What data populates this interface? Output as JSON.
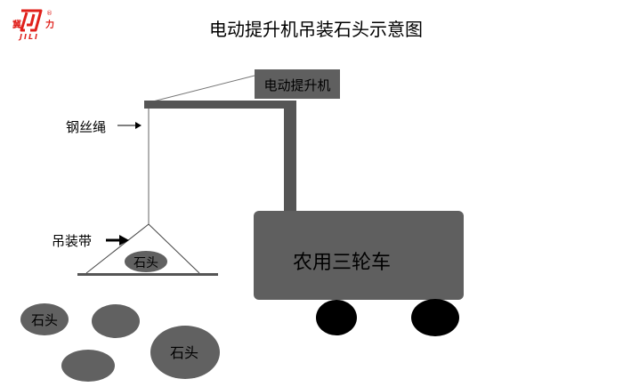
{
  "logo": {
    "chars": [
      "冀",
      "力"
    ],
    "wordmark": "JILI",
    "registered_mark": "®",
    "color": "#e0201b"
  },
  "title": "电动提升机吊装石头示意图",
  "labels": {
    "hoist": "电动提升机",
    "wire_rope": "钢丝绳",
    "sling": "吊装带",
    "truck": "农用三轮车"
  },
  "stones": [
    {
      "label": "石头"
    },
    {
      "label": "石头"
    },
    {
      "label": ""
    },
    {
      "label": ""
    },
    {
      "label": "石头"
    }
  ],
  "colors": {
    "crane": "#555555",
    "box": "#5f5f5f",
    "stone": "#616161",
    "wheel": "#000000",
    "rope": "#666666"
  }
}
